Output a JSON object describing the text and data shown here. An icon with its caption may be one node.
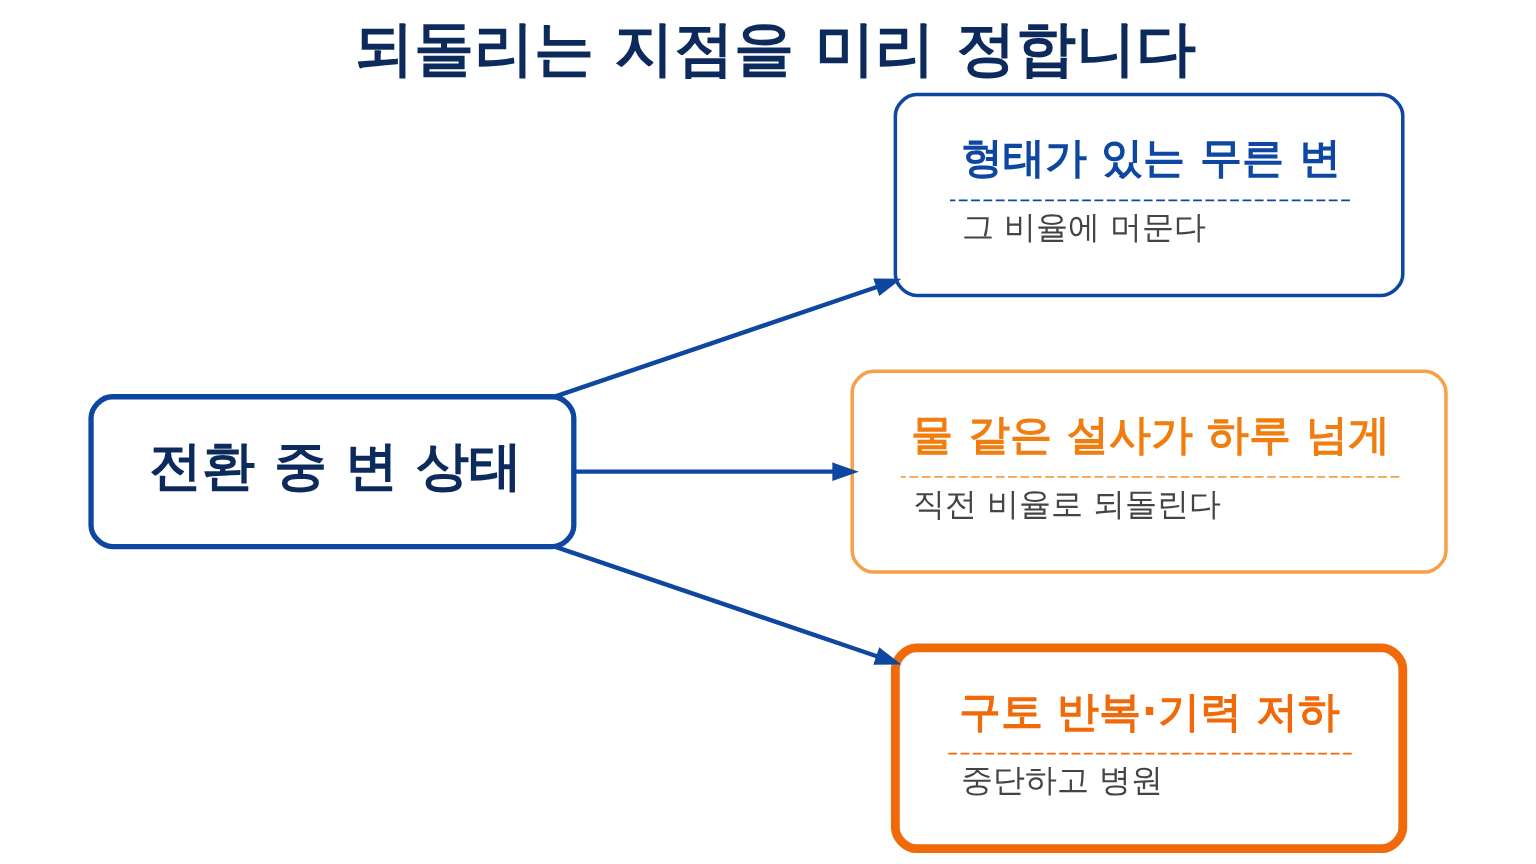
{
  "diagram": {
    "title": "되돌리는 지점을 미리 정합니다",
    "nodes": [
      {
        "text": [
          "전환 중 변 상태"
        ]
      },
      {
        "text": [
          "형태가 있는 무른 변",
          "그 비율에 머문다"
        ]
      },
      {
        "text": [
          "물 같은 설사가 하루 넘게",
          "직전 비율로 되돌린다"
        ]
      },
      {
        "text": [
          "구토 반복·기력 저하",
          "중단하고 병원"
        ]
      }
    ],
    "edges": [
      {
        "from": 0,
        "to": 1,
        "arrow": "to"
      },
      {
        "from": 0,
        "to": 2,
        "arrow": "to"
      },
      {
        "from": 0,
        "to": 3,
        "arrow": "to"
      }
    ]
  }
}
